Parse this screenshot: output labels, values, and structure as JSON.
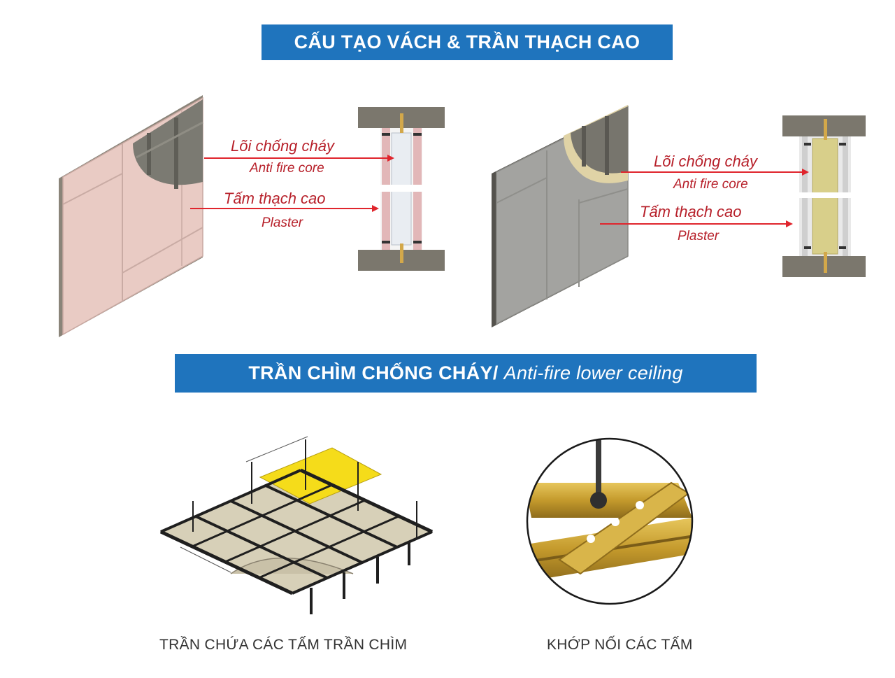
{
  "banners": {
    "top": "CẤU TẠO VÁCH & TRẦN THẠCH CAO",
    "middle_bold": "TRẦN CHÌM CHỐNG CHÁY/",
    "middle_italic": "Anti-fire lower ceiling"
  },
  "left_wall": {
    "core_label": "Lõi chống cháy",
    "core_label_en": "Anti fire core",
    "plaster_label": "Tấm thạch cao",
    "plaster_label_en": "Plaster"
  },
  "right_wall": {
    "core_label": "Lõi chống cháy",
    "core_label_en": "Anti fire core",
    "plaster_label": "Tấm thạch cao",
    "plaster_label_en": "Plaster"
  },
  "captions": {
    "ceiling_grid": "TRẦN CHỨA CÁC TẤM TRẦN CHÌM",
    "joint": "KHỚP NỐI CÁC TẤM"
  },
  "colors": {
    "banner": "#1f74bd",
    "label_red": "#b7202a",
    "arrow_red": "#e0252d",
    "pink_panel": "#e8c9c2",
    "grey_panel": "#9d9d9a",
    "yellow_panel": "#f5dc1a",
    "gold_rail": "#c9a63a"
  }
}
